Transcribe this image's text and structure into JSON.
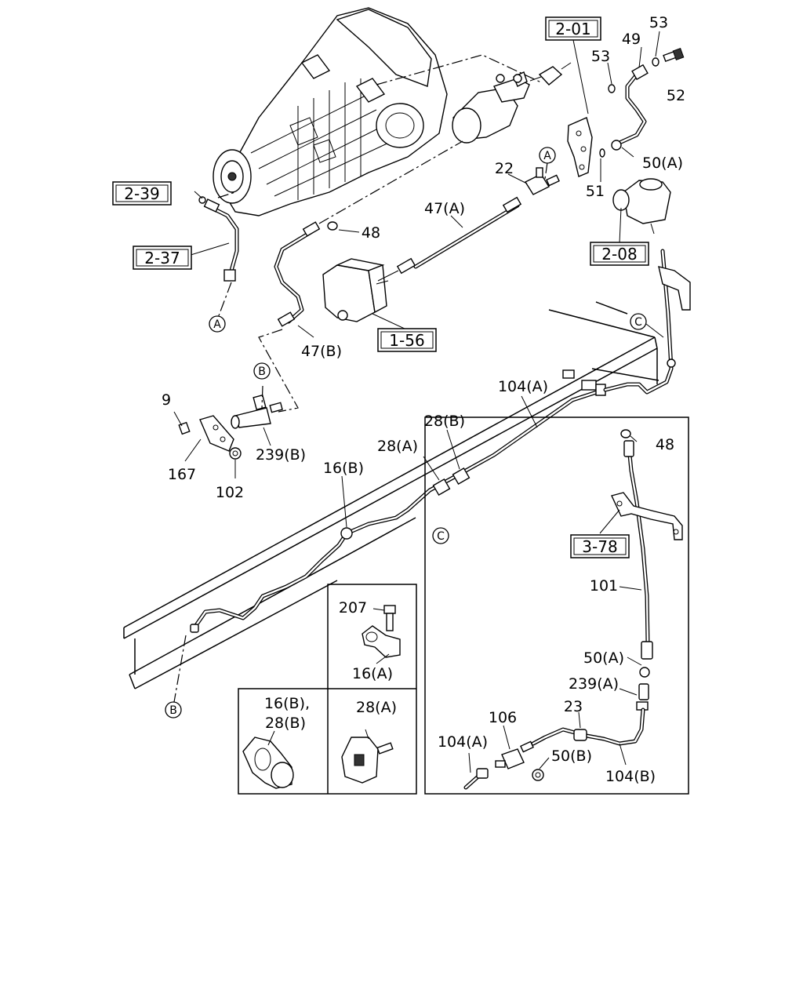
{
  "labels": {
    "l53a": "53",
    "l49": "49",
    "l53b": "53",
    "l52": "52",
    "l50a_top": "50(A)",
    "l51": "51",
    "l22": "22",
    "l47a": "47(A)",
    "l48_top": "48",
    "l47b": "47(B)",
    "l9": "9",
    "l167": "167",
    "l102": "102",
    "l239b": "239(B)",
    "l16b_main": "16(B)",
    "l28a_main": "28(A)",
    "l28b_main": "28(B)",
    "l104a_main": "104(A)",
    "l48_c": "48",
    "l101": "101",
    "l50a_c": "50(A)",
    "l239a": "239(A)",
    "l23": "23",
    "l106": "106",
    "l104a_c": "104(A)",
    "l50b": "50(B)",
    "l104b": "104(B)",
    "l207": "207",
    "l16a": "16(A)",
    "l16b28b_line1": "16(B),",
    "l16b28b_line2": "28(B)",
    "l28a_inset": "28(A)"
  },
  "ref_boxes": {
    "r201": "2-01",
    "r239": "2-39",
    "r237": "2-37",
    "r156": "1-56",
    "r208": "2-08",
    "r378": "3-78"
  },
  "circle_markers": {
    "a_top": "A",
    "a_left": "A",
    "b_top": "B",
    "b_bottom": "B",
    "c_main": "C",
    "c_inset": "C"
  }
}
